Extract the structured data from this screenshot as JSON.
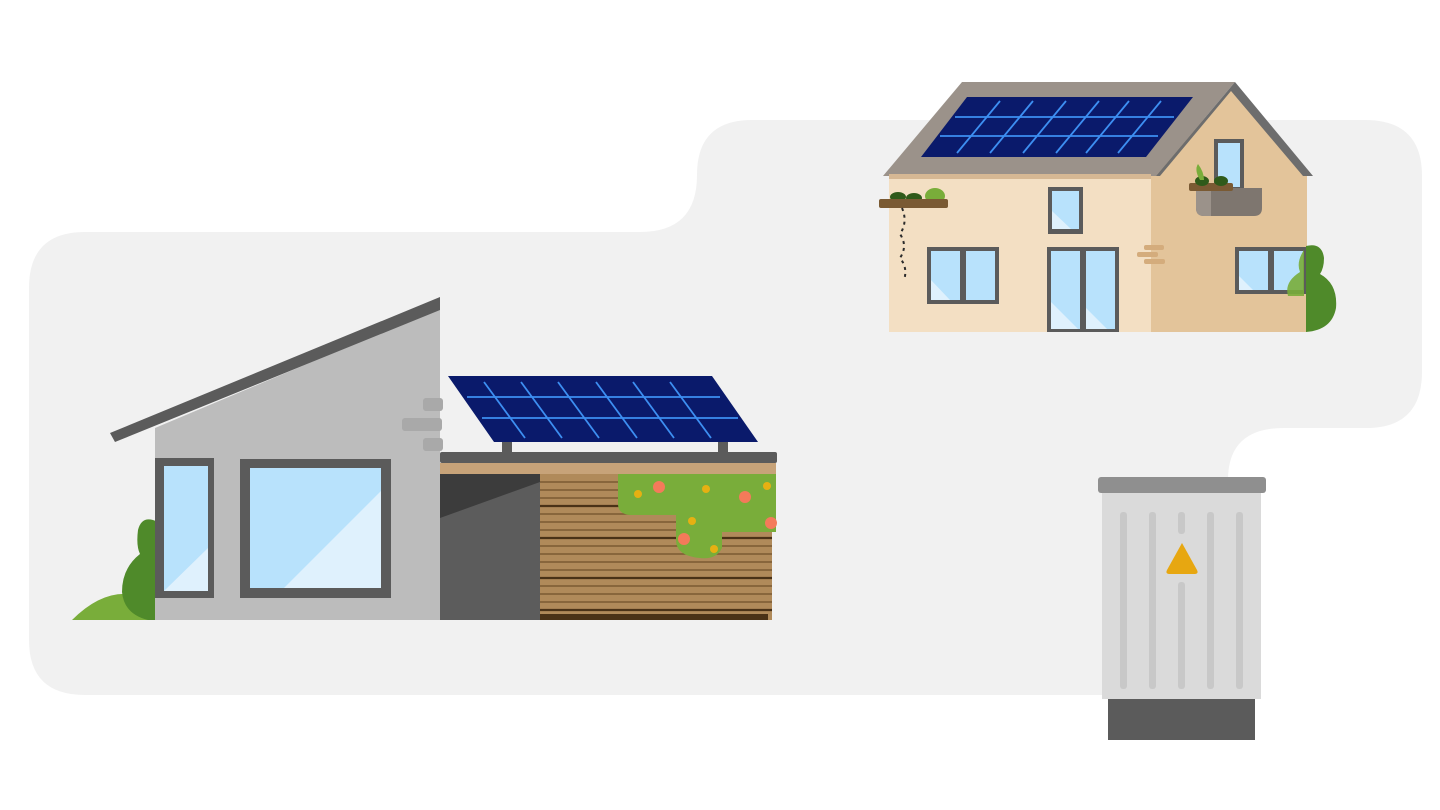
{
  "scene": {
    "description_visible_text": "",
    "elements": {
      "modern_house": {
        "roof": "sloped-roof",
        "windows": 2,
        "solar_panel": "solar-panel",
        "extension": "wooden-extension"
      },
      "family_house": {
        "roof": "gable-roof-with-solar",
        "windows": 5,
        "planters": 2
      },
      "utility_cabinet": {
        "icon": "warning-icon"
      }
    },
    "colors": {
      "background_blob": "#f1f1f1",
      "panel_dark": "#0a1a6b",
      "panel_grid": "#3d8ff2",
      "grey_wall": "#bcbcbc",
      "dark_grey": "#5b5b5b",
      "window_blue": "#b8e2fc",
      "window_light": "#dff1fd",
      "cream_wall": "#f3dfc3",
      "tan_wall": "#e3c49a",
      "roof_taupe": "#9b928a",
      "wood": "#b08a5a",
      "wood_dark": "#4a3217",
      "green_dark": "#4f8a2a",
      "green_light": "#79ad3a",
      "flower_orange": "#f47a5a",
      "flower_yellow": "#e6b012",
      "cabinet": "#dadada",
      "warning": "#e7a711"
    }
  }
}
